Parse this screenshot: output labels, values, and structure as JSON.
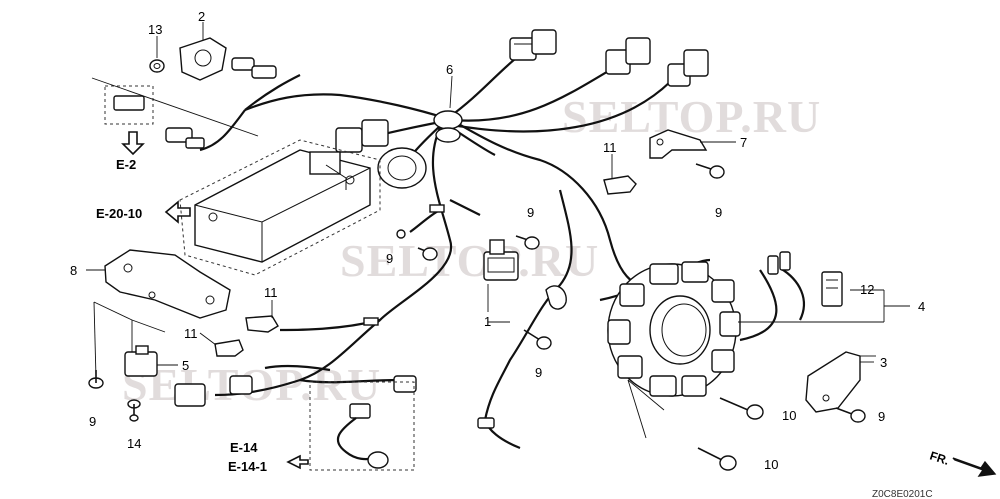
{
  "watermarks": [
    "SELTOP.RU",
    "SELTOP.RU",
    "SELTOP.RU"
  ],
  "callouts": {
    "c1": "1",
    "c2": "2",
    "c3": "3",
    "c4": "4",
    "c5": "5",
    "c6": "6",
    "c7": "7",
    "c8": "8",
    "c9a": "9",
    "c9b": "9",
    "c9c": "9",
    "c9d": "9",
    "c9e": "9",
    "c9f": "9",
    "c10a": "10",
    "c10b": "10",
    "c11a": "11",
    "c11b": "11",
    "c11c": "11",
    "c12": "12",
    "c13": "13",
    "c14": "14"
  },
  "refs": {
    "e2": "E-2",
    "e2010": "E-20-10",
    "e14": "E-14",
    "e141": "E-14-1"
  },
  "direction_label": "FR.",
  "diagram_code": "Z0C8E0201C"
}
